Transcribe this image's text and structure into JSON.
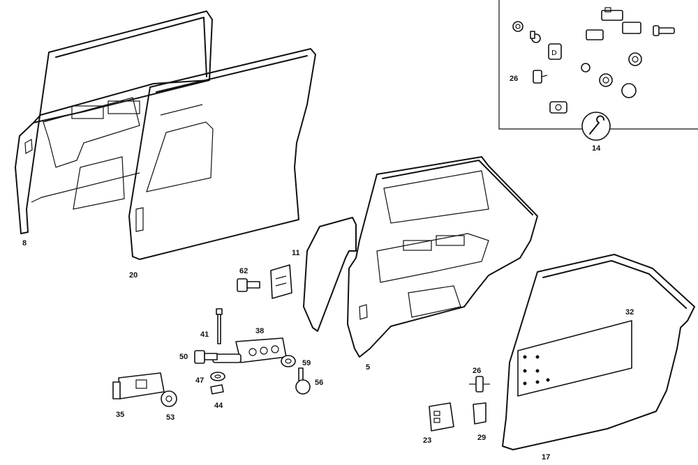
{
  "labels": {
    "p8": "8",
    "p20": "20",
    "p11": "11",
    "p62": "62",
    "p41": "41",
    "p38": "38",
    "p50": "50",
    "p47": "47",
    "p44": "44",
    "p59": "59",
    "p56": "56",
    "p35": "35",
    "p53": "53",
    "p5": "5",
    "p26a": "26",
    "p26b": "26",
    "p14": "14",
    "p32": "32",
    "p23": "23",
    "p29": "29",
    "p17": "17"
  }
}
